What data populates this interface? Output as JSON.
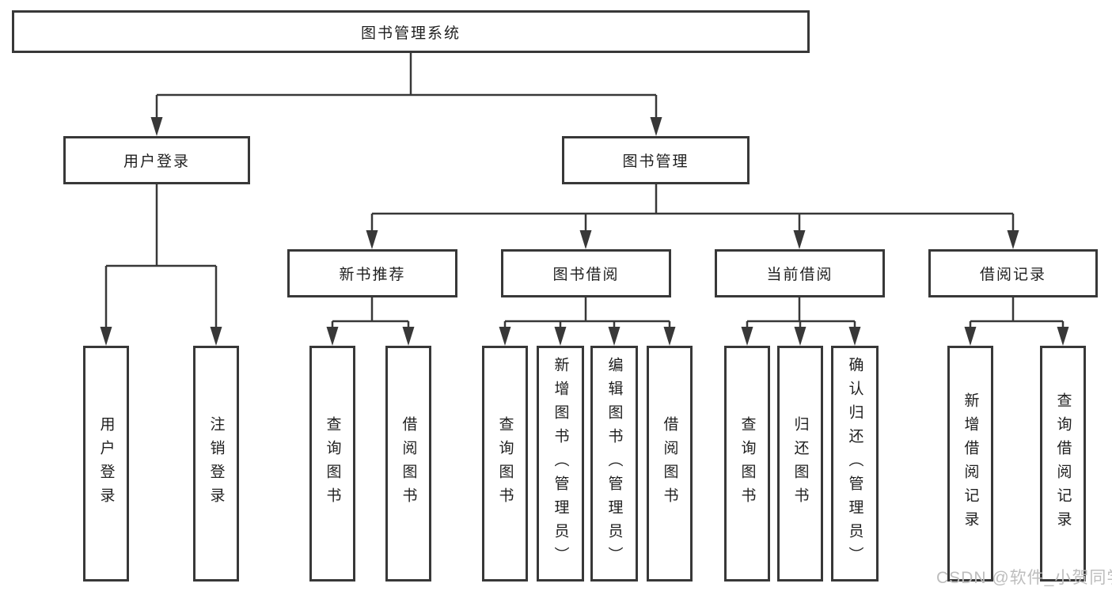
{
  "colors": {
    "line": "#383838",
    "box_border": "#383838",
    "text": "#1f1f1f",
    "background": "#ffffff",
    "watermark": "#bdbdbd"
  },
  "tree": {
    "root": {
      "label": "图书管理系统"
    },
    "branches": [
      {
        "label": "用户登录",
        "leaves": [
          {
            "label": "用户登录"
          },
          {
            "label": "注销登录"
          }
        ]
      },
      {
        "label": "图书管理",
        "groups": [
          {
            "label": "新书推荐",
            "leaves": [
              {
                "label": "查询图书"
              },
              {
                "label": "借阅图书"
              }
            ]
          },
          {
            "label": "图书借阅",
            "leaves": [
              {
                "label": "查询图书"
              },
              {
                "label": "新增图书（管理员）"
              },
              {
                "label": "编辑图书（管理员）"
              },
              {
                "label": "借阅图书"
              }
            ]
          },
          {
            "label": "当前借阅",
            "leaves": [
              {
                "label": "查询图书"
              },
              {
                "label": "归还图书"
              },
              {
                "label": "确认归还（管理员）"
              }
            ]
          },
          {
            "label": "借阅记录",
            "leaves": [
              {
                "label": "新增借阅记录"
              },
              {
                "label": "查询借阅记录"
              }
            ]
          }
        ]
      }
    ]
  },
  "watermark": {
    "text": "CSDN @软件_小贺同学"
  }
}
